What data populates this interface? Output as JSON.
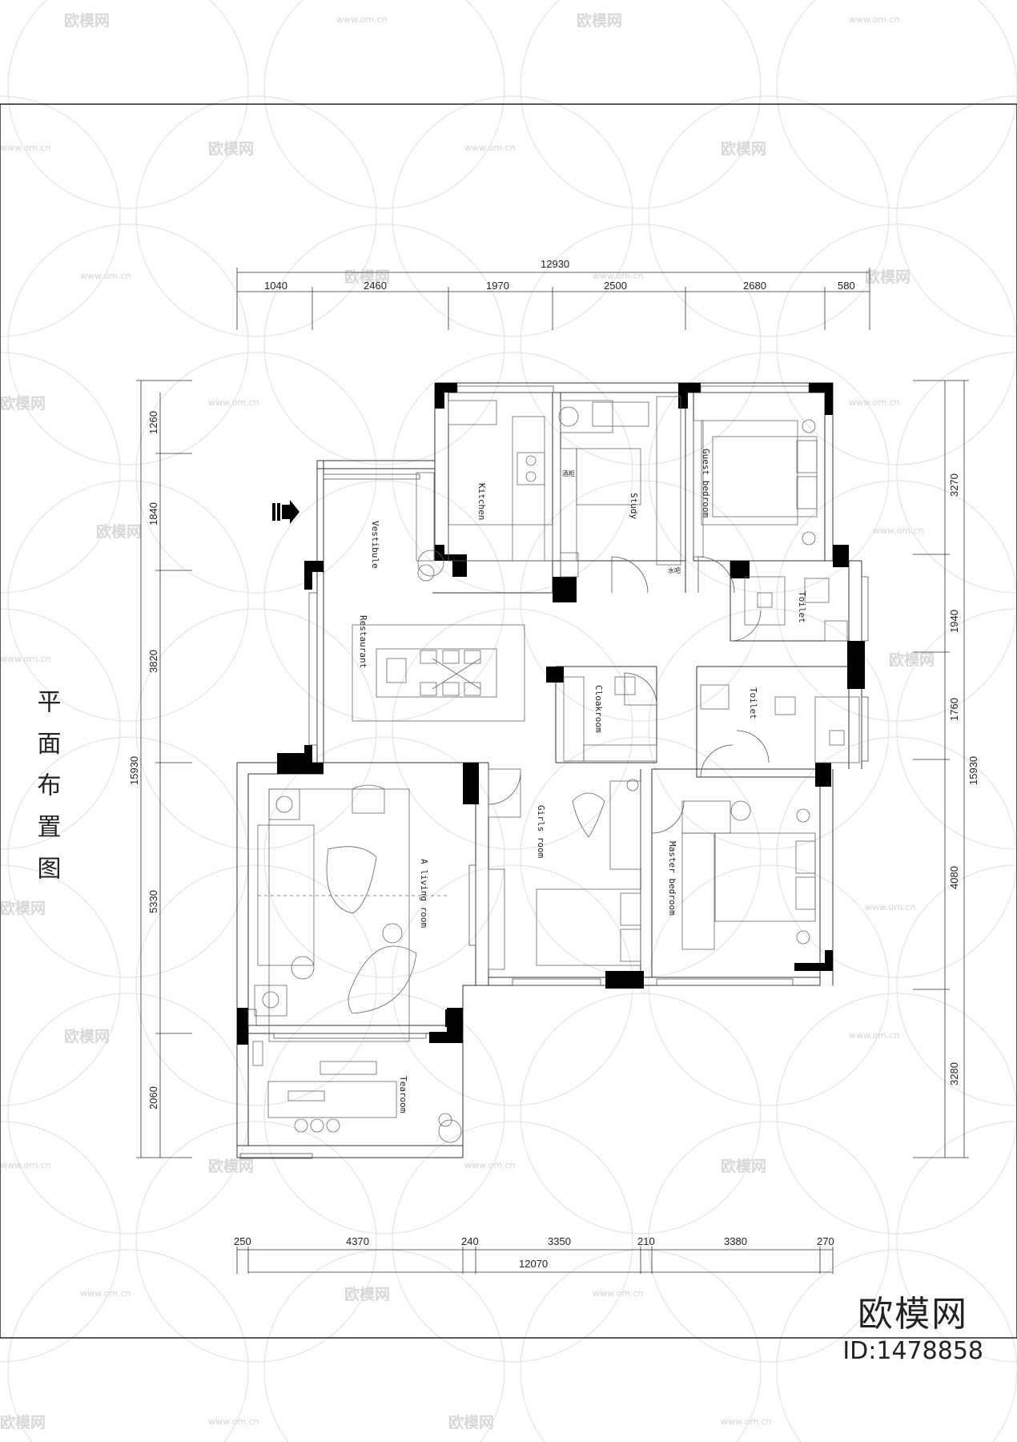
{
  "drawing_title": "平面布置图",
  "dimensions": {
    "top_total": "12930",
    "top": [
      "1040",
      "2460",
      "1970",
      "2500",
      "2680",
      "580"
    ],
    "bottom_total": "12070",
    "bottom": [
      "250",
      "4370",
      "240",
      "3350",
      "210",
      "3380",
      "270"
    ],
    "left_total": "15930",
    "left": [
      "1260",
      "1840",
      "3820",
      "5330",
      "2060"
    ],
    "right_total": "15930",
    "right": [
      "3270",
      "1940",
      "1760",
      "4080",
      "3280"
    ]
  },
  "rooms": {
    "kitchen": "Kitchen",
    "study": "Study",
    "guest_bedroom": "Guest bedroom",
    "vestibule": "Vestibule",
    "restaurant": "Restaurant",
    "toilet_1": "Toilet",
    "toilet_2": "Toilet",
    "cloakroom": "Cloakroom",
    "girls_room": "Girls room",
    "master_bedroom": "Master bedroom",
    "living_room": "A living room",
    "tearoom": "Tearoom"
  },
  "small_labels": {
    "study_label": "酒柜",
    "guest_label": "水吧"
  },
  "watermark": {
    "logo_text": "欧模网",
    "url_text": "www.om.cn"
  },
  "brand": {
    "logo": "欧模网",
    "id": "ID:1478858"
  }
}
